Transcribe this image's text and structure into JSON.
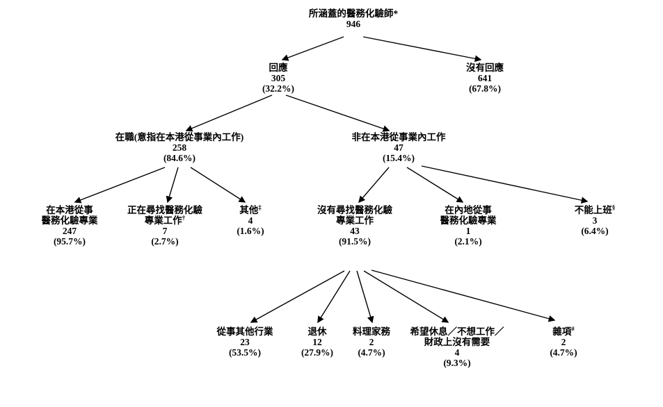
{
  "diagram": {
    "type": "tree-flowchart",
    "language": "zh-Hant",
    "nodes": {
      "root": {
        "label": "所涵蓋的醫務化驗師*",
        "value": "946"
      },
      "respond": {
        "label": "回應",
        "value": "305",
        "pct": "(32.2%)"
      },
      "no_respond": {
        "label": "沒有回應",
        "value": "641",
        "pct": "(67.8%)"
      },
      "employed": {
        "label": "在職(意指在本港從事業內工作)",
        "value": "258",
        "pct": "(84.6%)"
      },
      "not_in_hk_industry": {
        "label": "非在本港從事業內工作",
        "value": "47",
        "pct": "(15.4%)"
      },
      "hk_practice": {
        "label1": "在本港從事",
        "label2": "醫務化驗專業",
        "value": "247",
        "pct": "(95.7%)"
      },
      "seeking_work": {
        "label1": "正在尋找醫務化驗",
        "label2": "專業工作",
        "marker": "†",
        "value": "7",
        "pct": "(2.7%)"
      },
      "others": {
        "label": "其他",
        "marker": "‡",
        "value": "4",
        "pct": "(1.6%)"
      },
      "not_seeking": {
        "label1": "沒有尋找醫務化驗",
        "label2": "專業工作",
        "value": "43",
        "pct": "(91.5%)"
      },
      "mainland_practice": {
        "label1": "在內地從事",
        "label2": "醫務化驗專業",
        "value": "1",
        "pct": "(2.1%)"
      },
      "unable_to_work": {
        "label": "不能上班",
        "marker": "§",
        "value": "3",
        "pct": "(6.4%)"
      },
      "other_industry": {
        "label": "從事其他行業",
        "value": "23",
        "pct": "(53.5%)"
      },
      "retired": {
        "label": "退休",
        "value": "12",
        "pct": "(27.9%)"
      },
      "housework": {
        "label": "料理家務",
        "value": "2",
        "pct": "(4.7%)"
      },
      "rest_no_need": {
        "label1": "希望休息／不想工作／",
        "label2": "財政上沒有需要",
        "value": "4",
        "pct": "(9.3%)"
      },
      "misc": {
        "label": "雜項",
        "marker": "#",
        "value": "2",
        "pct": "(4.7%)"
      }
    },
    "edges": [
      [
        "root",
        "respond"
      ],
      [
        "root",
        "no_respond"
      ],
      [
        "respond",
        "employed"
      ],
      [
        "respond",
        "not_in_hk_industry"
      ],
      [
        "employed",
        "hk_practice"
      ],
      [
        "employed",
        "seeking_work"
      ],
      [
        "employed",
        "others"
      ],
      [
        "not_in_hk_industry",
        "not_seeking"
      ],
      [
        "not_in_hk_industry",
        "mainland_practice"
      ],
      [
        "not_in_hk_industry",
        "unable_to_work"
      ],
      [
        "not_seeking",
        "other_industry"
      ],
      [
        "not_seeking",
        "retired"
      ],
      [
        "not_seeking",
        "housework"
      ],
      [
        "not_seeking",
        "rest_no_need"
      ],
      [
        "not_seeking",
        "misc"
      ]
    ],
    "arrow_color": "#000000"
  }
}
